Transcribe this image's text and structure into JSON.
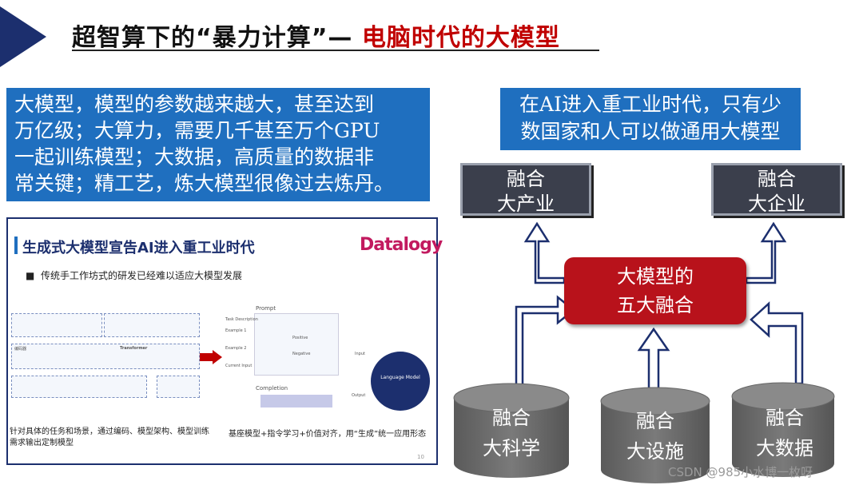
{
  "header": {
    "title_left": "超智算下的“暴力计算”—",
    "title_right": " 电脑时代的大模型"
  },
  "description": {
    "lines": [
      "大模型，模型的参数越来越大，甚至达到",
      "万亿级；大算力，需要几千甚至万个GPU",
      "一起训练模型；大数据，高质量的数据非",
      "常关键；精工艺，炼大模型很像过去炼丹。"
    ]
  },
  "era_note": {
    "lines": [
      "在AI进入重工业时代，只有少",
      "数国家和人可以做通用大模型"
    ]
  },
  "slide": {
    "title": "生成式大模型宣告AI进入重工业时代",
    "logo": "Datalogy",
    "bullet": "传统手工作坊式的研发已经难以适应大模型发展",
    "caption_left": "针对具体的任务和场景，通过编码、模型架构、模型训练需求输出定制模型",
    "caption_right": "基座模型+指令学习+价值对齐，用“生成”统一应用形态",
    "page": "10",
    "prompt_label": "Prompt",
    "completion_label": "Completion",
    "input_label": "Input",
    "output_label": "Output",
    "model_label": "Language Model",
    "transformer_label": "Transformer",
    "encoder_label": "编码器",
    "task_desc": "Task Description",
    "example1": "Example 1",
    "example2": "Example 2",
    "current_input": "Current Input",
    "positive": "Positive",
    "negative": "Negative"
  },
  "diagram": {
    "top_left": [
      "融合",
      "大产业"
    ],
    "top_right": [
      "融合",
      "大企业"
    ],
    "center": [
      "大模型的",
      "五大融合"
    ],
    "bottom_left": [
      "融合",
      "大科学"
    ],
    "bottom_mid": [
      "融合",
      "大设施"
    ],
    "bottom_right": [
      "融合",
      "大数据"
    ]
  },
  "colors": {
    "navy": "#1c2f6e",
    "blue_box": "#1f6fbf",
    "red": "#c00000",
    "center_red": "#b8121b",
    "dark_box": "#3b3f4c",
    "cylinder": "#6e6e6e"
  },
  "watermark": "CSDN @985小水博一枚呀"
}
